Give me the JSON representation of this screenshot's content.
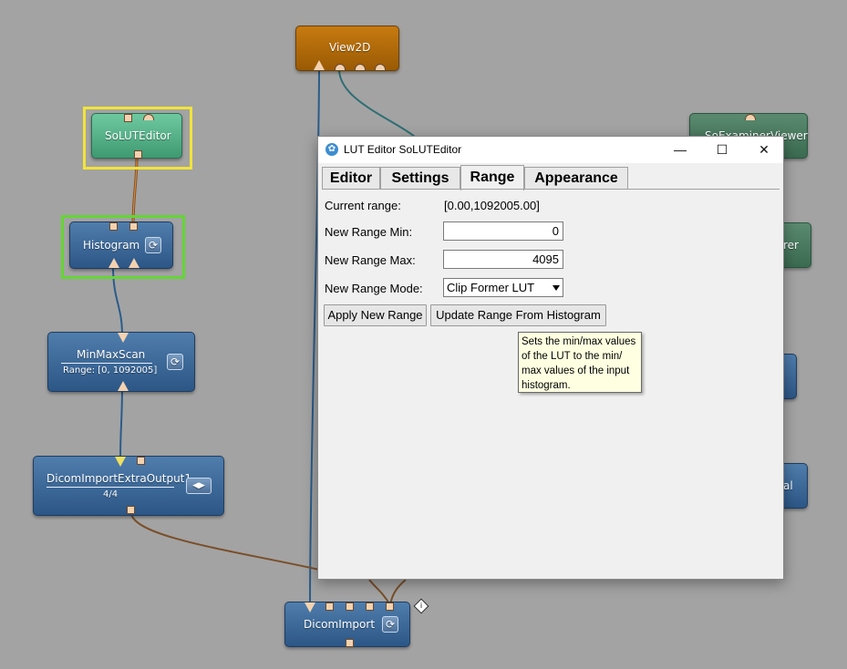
{
  "network": {
    "nodes": {
      "view2d": "View2D",
      "solut": "SoLUTEditor",
      "histogram": "Histogram",
      "minmax": "MinMaxScan",
      "minmax_sub": "Range: [0, 1092005]",
      "dicom_extra": "DicomImportExtraOutput1",
      "dicom_extra_sub": "4/4",
      "dicom": "DicomImport",
      "examiner": "SoExaminerViewer",
      "partial1": "rer",
      "partial2": "al"
    },
    "colors": {
      "canvas": "#a3a3a3",
      "wire_blue": "#2a5c8a",
      "wire_brown": "#7a4f2a",
      "wire_teal": "#2f6e74",
      "selected_yellow": "#f2e33a",
      "selected_green": "#63d634"
    }
  },
  "dialog": {
    "title": "LUT Editor SoLUTEditor",
    "window_buttons": {
      "minimize": "—",
      "maximize": "☐",
      "close": "✕"
    },
    "tabs": [
      "Editor",
      "Settings",
      "Range",
      "Appearance"
    ],
    "active_tab": "Range",
    "current_range_label": "Current range:",
    "current_range_value": "[0.00,1092005.00]",
    "new_min_label": "New Range Min:",
    "new_min_value": "0",
    "new_max_label": "New Range Max:",
    "new_max_value": "4095",
    "mode_label": "New Range Mode:",
    "mode_value": "Clip Former LUT",
    "apply_button": "Apply New Range",
    "update_button": "Update Range From Histogram",
    "tooltip": "Sets the min/max values\nof the LUT to the min/\nmax values of the input\nhistogram."
  },
  "icons": {
    "info": "info-diamond-icon",
    "refresh": "refresh-icon",
    "app": "mevislab-icon"
  }
}
